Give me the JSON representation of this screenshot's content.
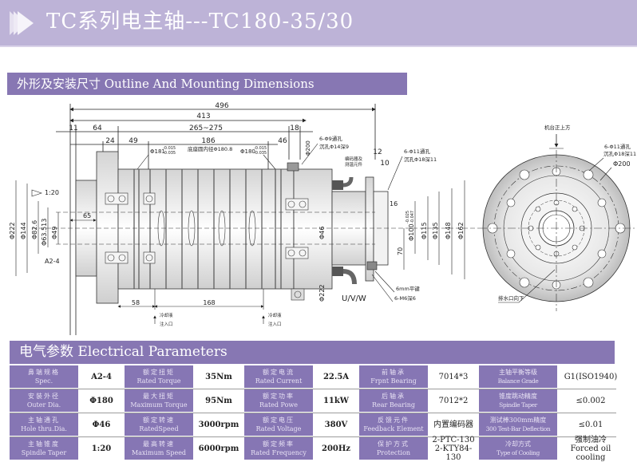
{
  "header": {
    "title": "TC系列电主轴---TC180-35/30",
    "arrow_icon": "triple-play-arrow"
  },
  "sections": {
    "outline": "外形及安装尺寸 Outline And Mounting Dimensions",
    "electrical": "电气参数 Electrical Parameters"
  },
  "drawing": {
    "dims_top": {
      "d496": "496",
      "d413": "413",
      "d11": "11",
      "d64": "64",
      "d265": "265~275",
      "d18": "18",
      "d24": "24",
      "d49": "49",
      "d186": "186",
      "d46": "46",
      "d12": "12",
      "d10": "10"
    },
    "fits": {
      "front_fit": "Φ181",
      "front_tol_up": "-0.015",
      "front_tol_dn": "-0.035",
      "mid_note": "底座圆内径Φ180.8",
      "rear_fit": "Φ180",
      "rear_tol_up": "-0.015",
      "rear_tol_dn": "-0.035",
      "d200": "Φ200"
    },
    "notes": {
      "holes_front_1": "6-Φ9通孔",
      "holes_front_2": "沉孔Φ14深9",
      "holes_rear_1": "6-Φ11通孔",
      "holes_rear_2": "沉孔Φ18深11",
      "encoder": "编码器及",
      "encoder2": "测温元件",
      "uvw": "U/V/W",
      "key": "6mm平键",
      "m6": "6-M6深6",
      "coolant_in_1": "冷却液",
      "coolant_in_2": "注入口",
      "coolant_out_1": "冷却液",
      "coolant_out_2": "注入口",
      "machine_top": "机台正上方",
      "drain": "排水口向下",
      "taper": "1:20",
      "nose": "A2-4"
    },
    "dims_left": {
      "d222": "Φ222",
      "d144": "Φ144",
      "d82": "Φ82.6",
      "d63": "Φ63.513",
      "d49": "Φ49",
      "d65": "65"
    },
    "dims_right": {
      "d16": "16",
      "d100": "Φ100",
      "d100tol_up": "-0.025",
      "d100tol_dn": "-0.047",
      "d115": "Φ115",
      "d135": "Φ135",
      "d148": "Φ148",
      "d162": "Φ162",
      "d70": "70",
      "d46": "Φ46",
      "d222b": "Φ222"
    },
    "dims_bottom": {
      "d58": "58",
      "d168": "168"
    },
    "end_view": {
      "holes": "6-Φ11通孔",
      "holes2": "沉孔Φ18深11",
      "d200": "Φ200"
    }
  },
  "parameters": {
    "rows": [
      [
        {
          "cn": "鼻端规格",
          "en": "Spec.",
          "value": "A2-4"
        },
        {
          "cn": "额定扭矩",
          "en": "Rated Torque",
          "value": "35Nm"
        },
        {
          "cn": "额定电流",
          "en": "Rated Current",
          "value": "22.5A"
        },
        {
          "cn": "前轴承",
          "en": "Frpnt Bearing",
          "value": "7014*3"
        },
        {
          "cn": "主轴平衡等级",
          "en": "Balance Grade",
          "value": "G1(ISO1940)"
        }
      ],
      [
        {
          "cn": "安装外径",
          "en": "Outer Dia.",
          "value": "Φ180"
        },
        {
          "cn": "最大扭矩",
          "en": "Maximum Torque",
          "value": "95Nm"
        },
        {
          "cn": "额定功率",
          "en": "Rated Powe",
          "value": "11kW"
        },
        {
          "cn": "后轴承",
          "en": "Rear Bearing",
          "value": "7012*2"
        },
        {
          "cn": "锥度跳动精度",
          "en": "Spindle Taper",
          "value": "≤0.002"
        }
      ],
      [
        {
          "cn": "主轴通孔",
          "en": "Hole thru.Dia.",
          "value": "Φ46"
        },
        {
          "cn": "额定转速",
          "en": "RatedSpeed",
          "value": "3000rpm"
        },
        {
          "cn": "额定电压",
          "en": "Rated Voltage",
          "value": "380V"
        },
        {
          "cn": "反馈元件",
          "en": "Feedback Element",
          "value": "内置编码器"
        },
        {
          "cn": "测试棒300mm精度",
          "en": "300 Test-Bar Deflection",
          "value": "≤0.01"
        }
      ],
      [
        {
          "cn": "主轴锥度",
          "en": "Spindle Taper",
          "value": "1:20"
        },
        {
          "cn": "最高转速",
          "en": "Maximum Speed",
          "value": "6000rpm"
        },
        {
          "cn": "额定频率",
          "en": "Rated Frequency",
          "value": "200Hz"
        },
        {
          "cn": "保护方式",
          "en": "Protection",
          "value": "2-PTC-130\n2-KTY84-130"
        },
        {
          "cn": "冷却方式",
          "en": "Type of Cooling",
          "value": "强制油冷\nForced oil cooling"
        }
      ]
    ]
  },
  "colors": {
    "title_bg": "#bdb3d7",
    "section_bg": "#8777b3",
    "label_bg": "#8676b4"
  }
}
